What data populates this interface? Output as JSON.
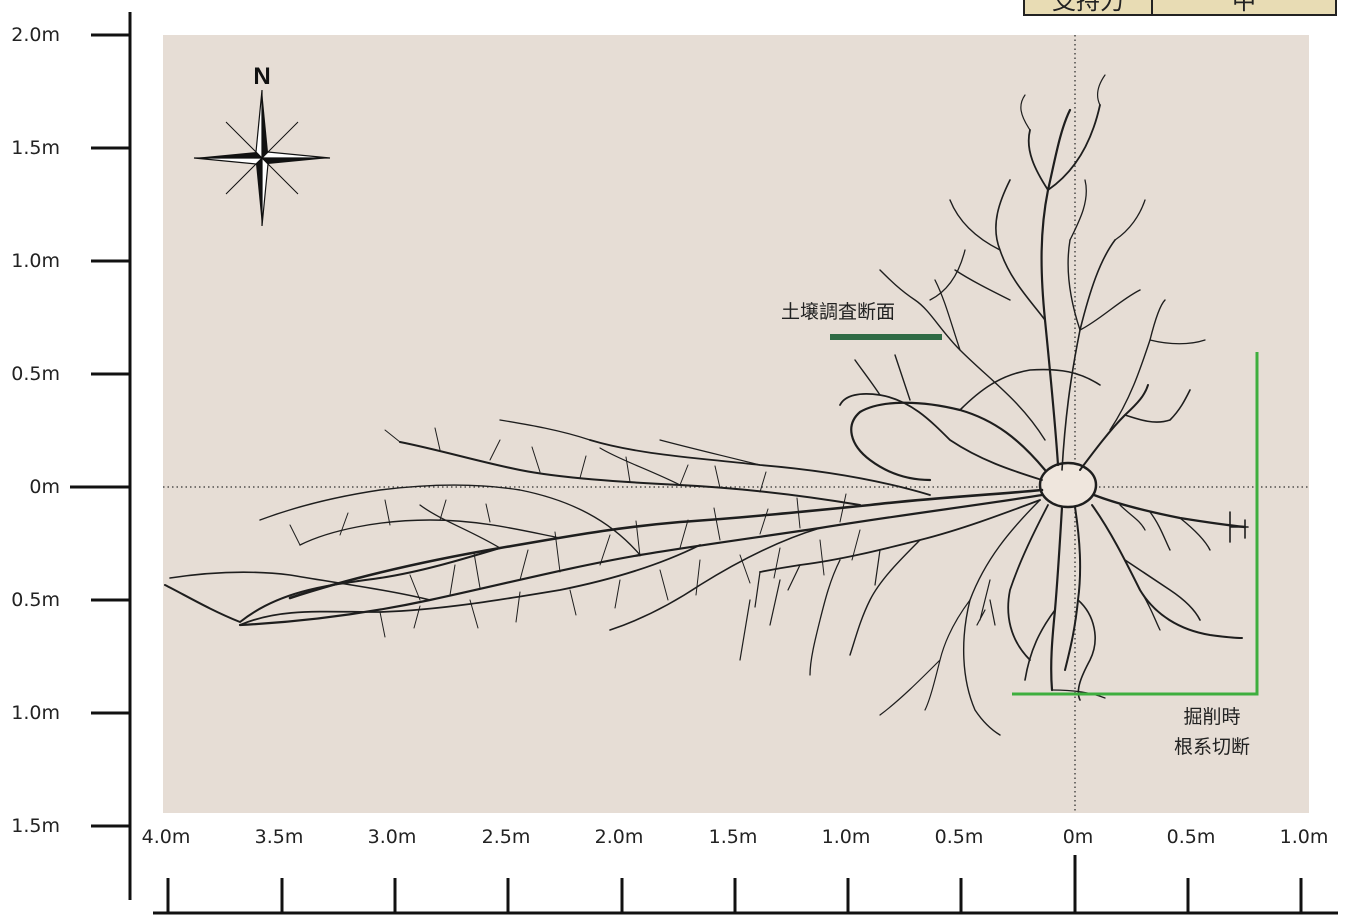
{
  "top_table": {
    "cells": [
      "支持力",
      "中"
    ]
  },
  "north_label": "N",
  "y_axis_labels": [
    "2.0m",
    "1.5m",
    "1.0m",
    "0.5m",
    "0m",
    "0.5m",
    "1.0m",
    "1.5m"
  ],
  "x_axis_labels": [
    "4.0m",
    "3.5m",
    "3.0m",
    "2.5m",
    "2.0m",
    "1.5m",
    "1.0m",
    "0.5m",
    "0m",
    "0.5m",
    "1.0m"
  ],
  "annotations": {
    "soil_section": "土壌調査断面",
    "cut_label_line1": "掘削時",
    "cut_label_line2": "根系切断"
  },
  "colors": {
    "plot_background": "#e6ddd5",
    "soil_section_line": "#2f6b45",
    "cut_line": "#3eae3e",
    "root": "#1e1e1e",
    "table_fill": "#e8dcb4"
  },
  "icons": {
    "compass": "compass-rose-icon"
  }
}
